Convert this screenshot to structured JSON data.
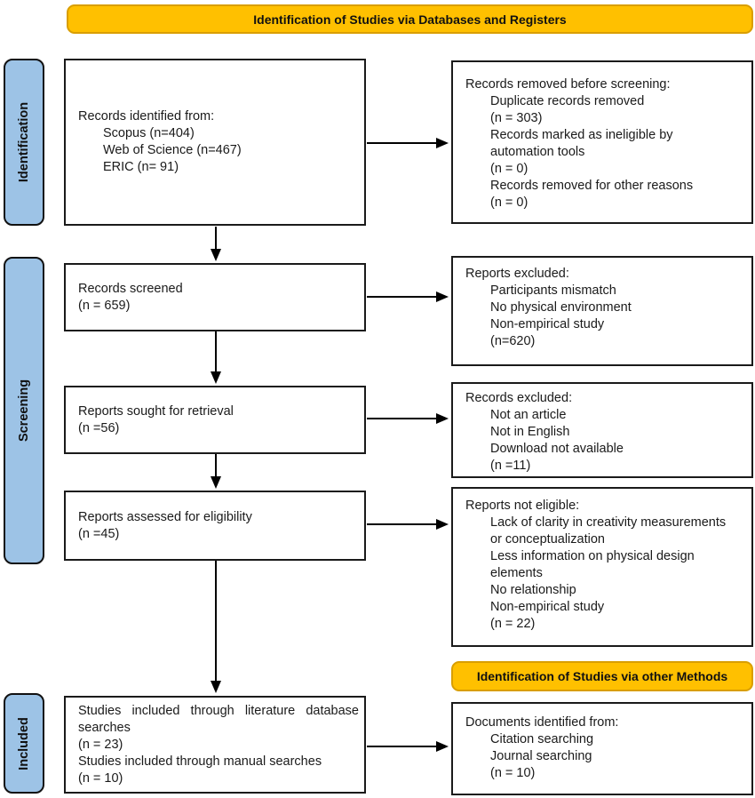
{
  "banners": {
    "databases": "Identification of Studies via Databases and Registers",
    "other_methods": "Identification of Studies via other Methods"
  },
  "sidebar": {
    "identification": "Identification",
    "screening": "Screening",
    "included": "Included"
  },
  "boxes": {
    "records_identified": {
      "title": "Records identified from:",
      "lines": [
        "Scopus (n=404)",
        "Web of Science (n=467)",
        "ERIC (n= 91)"
      ]
    },
    "records_removed": {
      "title": "Records removed before screening:",
      "lines": [
        "Duplicate records removed",
        "(n = 303)",
        "Records marked as ineligible by",
        "automation tools",
        "(n = 0)",
        "Records removed for other reasons",
        "(n = 0)"
      ]
    },
    "records_screened": {
      "lines": [
        "Records screened",
        "(n = 659)"
      ]
    },
    "reports_excluded": {
      "title": "Reports excluded:",
      "lines": [
        "Participants mismatch",
        "No physical environment",
        "Non-empirical study",
        "(n=620)"
      ]
    },
    "reports_sought": {
      "lines": [
        "Reports sought for retrieval",
        "(n =56)"
      ]
    },
    "records_excluded": {
      "title": "Records excluded:",
      "lines": [
        "Not an article",
        "Not in English",
        "Download not available",
        "(n =11)"
      ]
    },
    "reports_assessed": {
      "lines": [
        "Reports assessed for eligibility",
        "(n =45)"
      ]
    },
    "reports_not_eligible": {
      "title": "Reports not eligible:",
      "lines": [
        "Lack of clarity in creativity measurements",
        "or conceptualization",
        "Less information on physical design",
        "elements",
        "No relationship",
        "Non-empirical study",
        "(n = 22)"
      ]
    },
    "studies_included": {
      "lines": [
        "Studies included through literature database",
        "searches",
        "(n = 23)",
        "Studies included through manual searches",
        "(n = 10)"
      ]
    },
    "documents_identified": {
      "title": "Documents identified from:",
      "lines": [
        "Citation searching",
        "Journal searching",
        "(n = 10)"
      ]
    }
  },
  "colors": {
    "banner_fill": "#FFC000",
    "banner_border": "#D99E00",
    "rail_fill": "#9DC3E6",
    "box_border": "#1A1A1A",
    "arrow": "#000000"
  }
}
